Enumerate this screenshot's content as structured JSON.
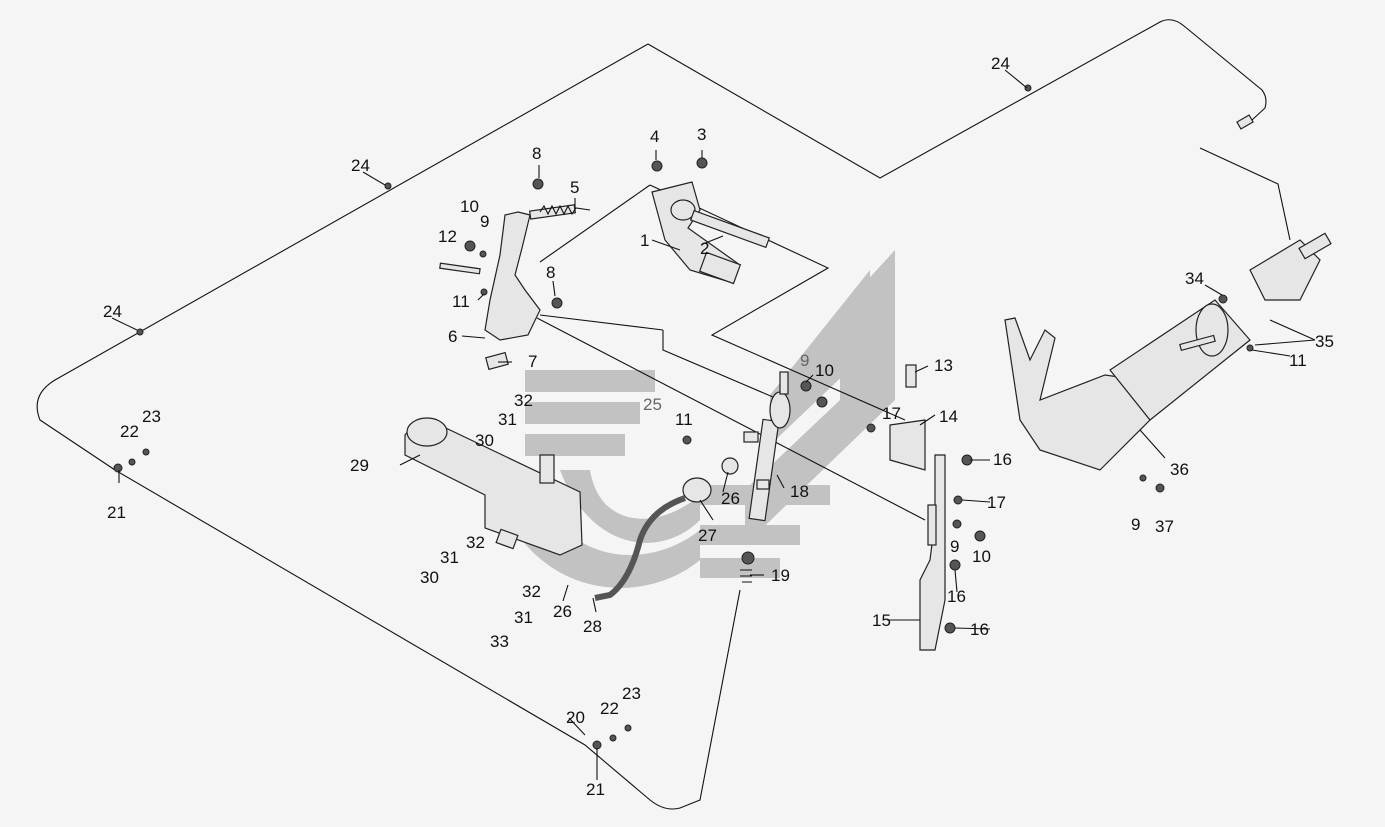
{
  "diagram": {
    "watermark_color": "#c2c2c2",
    "line_color": "#111111",
    "part_fill": "#e6e6e6",
    "labels": {
      "l1": "1",
      "l2": "2",
      "l3": "3",
      "l4": "4",
      "l5": "5",
      "l6": "6",
      "l7": "7",
      "l8a": "8",
      "l8b": "8",
      "l9a": "9",
      "l9b": "9",
      "l9c": "9",
      "l9d": "9",
      "l10a": "10",
      "l10b": "10",
      "l10c": "10",
      "l11a": "11",
      "l11b": "11",
      "l11c": "11",
      "l12": "12",
      "l13": "13",
      "l14": "14",
      "l15": "15",
      "l16a": "16",
      "l16b": "16",
      "l16c": "16",
      "l17a": "17",
      "l17b": "17",
      "l18": "18",
      "l19": "19",
      "l20": "20",
      "l21a": "21",
      "l21b": "21",
      "l22a": "22",
      "l22b": "22",
      "l23a": "23",
      "l23b": "23",
      "l24a": "24",
      "l24b": "24",
      "l24c": "24",
      "l25": "25",
      "l26a": "26",
      "l26b": "26",
      "l27": "27",
      "l28": "28",
      "l29": "29",
      "l30a": "30",
      "l30b": "30",
      "l31a": "31",
      "l31b": "31",
      "l31c": "31",
      "l32a": "32",
      "l32b": "32",
      "l32c": "32",
      "l33": "33",
      "l34": "34",
      "l35": "35",
      "l36": "36",
      "l37": "37"
    }
  }
}
